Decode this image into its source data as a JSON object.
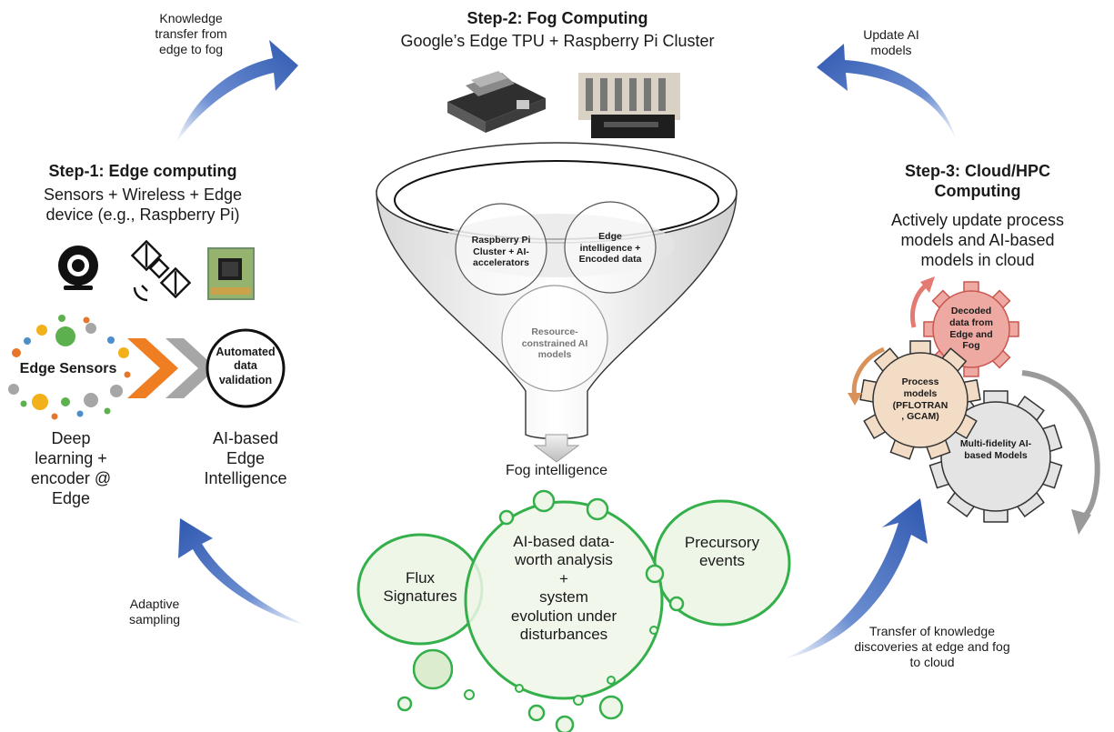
{
  "step1": {
    "title": "Step-1: Edge computing",
    "subtitle": "Sensors + Wireless + Edge\ndevice (e.g., Raspberry Pi)",
    "edge_sensors_label": "Edge Sensors",
    "validation_label": "Automated\ndata\nvalidation",
    "dl_label": "Deep\nlearning +\nencoder @\nEdge",
    "ai_edge_label": "AI-based\nEdge\nIntelligence",
    "device_icons": [
      "webcam-icon",
      "satellite-icon",
      "circuit-board-image"
    ]
  },
  "step2": {
    "title": "Step-2: Fog Computing",
    "subtitle": "Google’s Edge TPU + Raspberry Pi Cluster",
    "funnel_circles": [
      "Raspberry Pi\nCluster + AI-\naccelerators",
      "Edge\nintelligence +\nEncoded data",
      "Resource-\nconstrained AI\nmodels"
    ],
    "fog_intelligence_label": "Fog intelligence",
    "bubbles": {
      "main": "AI-based data-\nworth analysis\n+\nsystem\nevolution under\ndisturbances",
      "flux": "Flux\nSignatures",
      "precursory": "Precursory\nevents"
    }
  },
  "step3": {
    "title": "Step-3: Cloud/HPC\nComputing",
    "subtitle": "Actively update process\nmodels and AI-based\nmodels in cloud",
    "gears": {
      "decoded": "Decoded\ndata from\nEdge and\nFog",
      "process": "Process\nmodels\n(PFLOTRAN\n, GCAM)",
      "multifidelity": "Multi-fidelity AI-\nbased Models"
    }
  },
  "arrows": {
    "knowledge_transfer": "Knowledge\ntransfer from\nedge to fog",
    "update_ai": "Update AI\nmodels",
    "adaptive_sampling": "Adaptive\nsampling",
    "transfer_cloud": "Transfer of knowledge\ndiscoveries at edge and fog\nto cloud"
  },
  "colors": {
    "arrow_blue": "#3a63b8",
    "chevron_orange": "#ef7d22",
    "chevron_gray": "#a6a6a6",
    "bubble_green": "#34b04a",
    "bubble_fill": "#eef6e8",
    "gear_red": "#eeaaa2",
    "gear_tan": "#f3dcc6",
    "gear_gray": "#e4e4e4"
  }
}
